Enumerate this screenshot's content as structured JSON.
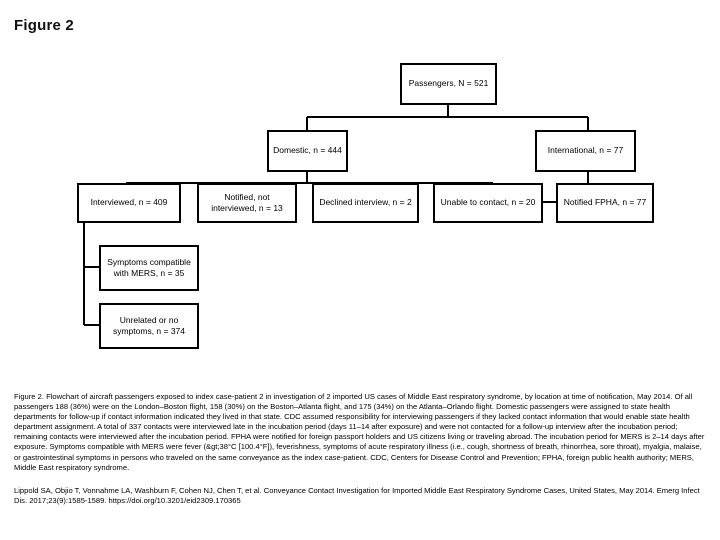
{
  "figure": {
    "title": "Figure 2"
  },
  "flowchart": {
    "type": "flowchart",
    "nodes": [
      {
        "id": "passengers",
        "label": "Passengers, N = 521"
      },
      {
        "id": "domestic",
        "label": "Domestic, n = 444"
      },
      {
        "id": "international",
        "label": "International, n = 77"
      },
      {
        "id": "interviewed",
        "label": "Interviewed, n = 409"
      },
      {
        "id": "notified-not-interviewed",
        "label": "Notified, not interviewed, n = 13"
      },
      {
        "id": "declined",
        "label": "Declined interview, n = 2"
      },
      {
        "id": "unable",
        "label": "Unable to contact, n = 20"
      },
      {
        "id": "notified-fpha",
        "label": "Notified FPHA, n = 77"
      },
      {
        "id": "symptoms-mers",
        "label": "Symptoms compatible with MERS, n = 35"
      },
      {
        "id": "unrelated",
        "label": "Unrelated or no symptoms, n = 374"
      }
    ],
    "edges": [
      {
        "from": "passengers",
        "to": "domestic"
      },
      {
        "from": "passengers",
        "to": "international"
      },
      {
        "from": "domestic",
        "to": "interviewed"
      },
      {
        "from": "domestic",
        "to": "notified-not-interviewed"
      },
      {
        "from": "domestic",
        "to": "declined"
      },
      {
        "from": "domestic",
        "to": "unable"
      },
      {
        "from": "international",
        "to": "notified-fpha"
      },
      {
        "from": "interviewed",
        "to": "symptoms-mers"
      },
      {
        "from": "interviewed",
        "to": "unrelated"
      }
    ]
  },
  "caption": {
    "main": "Figure 2. Flowchart of aircraft passengers exposed to index case-patient 2 in investigation of 2 imported US cases of Middle East respiratory syndrome, by location at time of notification, May 2014. Of all passengers 188 (36%) were on the London–Boston flight, 158 (30%) on the Boston–Atlanta flight, and 175 (34%) on the Atlanta–Orlando flight. Domestic passengers were assigned to state health departments for follow-up if contact information indicated they lived in that state. CDC assumed responsibility for interviewing passengers if they lacked contact information that would enable state health department assignment. A total of 337 contacts were interviewed late in the incubation period (days 11–14 after exposure) and were not contacted for a follow-up interview after the incubation period; remaining contacts were interviewed after the incubation period. FPHA were notified for foreign passport holders and US citizens living or traveling abroad. The incubation period for MERS is 2–14 days after exposure. Symptoms compatible with MERS were fever (&gt;38°C [100.4°F]), feverishness, symptoms of acute respiratory illness (i.e., cough, shortness of breath, rhinorrhea, sore throat), myalgia, malaise, or gastrointestinal symptoms in persons who traveled on the same conveyance as the index case-patient. CDC, Centers for Disease Control and Prevention; FPHA, foreign public health authority; MERS, Middle East respiratory syndrome.",
    "citation": "Lippold SA, Objio T, Vonnahme LA, Washburn F, Cohen NJ, Chen T, et al. Conveyance Contact Investigation for Imported Middle East Respiratory Syndrome Cases, United States, May 2014. Emerg Infect Dis. 2017;23(9):1585-1589. https://doi.org/10.3201/eid2309.170365"
  }
}
